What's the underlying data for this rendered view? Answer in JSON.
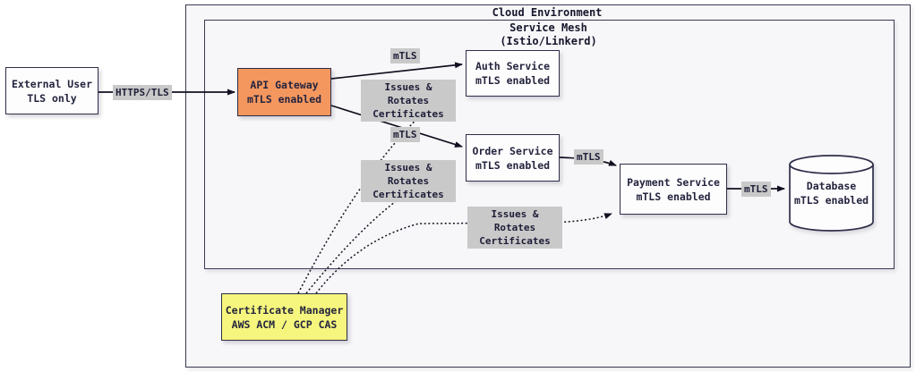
{
  "diagram": {
    "outer_title": "Cloud Environment",
    "inner_title_line1": "Service Mesh",
    "inner_title_line2": "(Istio/Linkerd)"
  },
  "nodes": {
    "external_user": {
      "line1": "External User",
      "line2": "TLS only"
    },
    "api_gateway": {
      "line1": "API Gateway",
      "line2": "mTLS enabled"
    },
    "auth_service": {
      "line1": "Auth Service",
      "line2": "mTLS enabled"
    },
    "order_service": {
      "line1": "Order Service",
      "line2": "mTLS enabled"
    },
    "payment_service": {
      "line1": "Payment Service",
      "line2": "mTLS enabled"
    },
    "database": {
      "line1": "Database",
      "line2": "mTLS enabled"
    },
    "cert_manager": {
      "line1": "Certificate Manager",
      "line2": "AWS ACM / GCP CAS"
    }
  },
  "edge_labels": {
    "https_tls": "HTTPS/TLS",
    "mtls": "mTLS",
    "issues_line1": "Issues & Rotates",
    "issues_line2": "Certificates"
  },
  "colors": {
    "gateway_fill": "#f4975f",
    "cert_manager_fill": "#f6f67e",
    "edge_label_bg": "#c9c9c9",
    "stroke": "#2e2e49",
    "line": "#101020"
  }
}
